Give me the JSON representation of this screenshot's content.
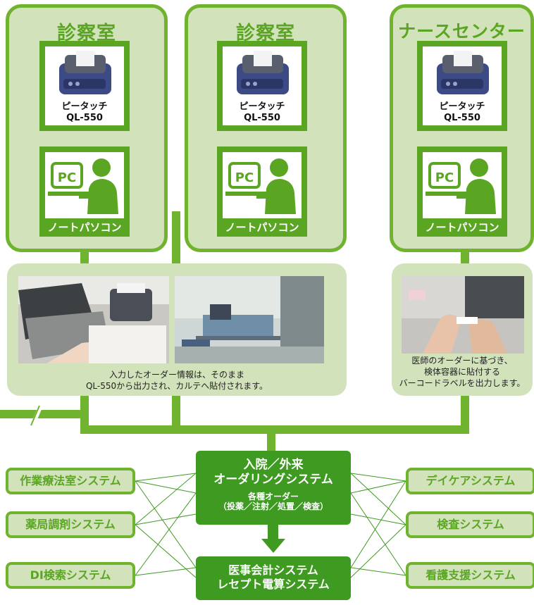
{
  "rooms": [
    {
      "title": "診察室",
      "printer_label": [
        "ピータッチ",
        "QL-550"
      ],
      "pc_label": "ノートパソコン"
    },
    {
      "title": "診察室",
      "printer_label": [
        "ピータッチ",
        "QL-550"
      ],
      "pc_label": "ノートパソコン"
    },
    {
      "title": "ナースセンター",
      "printer_label": [
        "ピータッチ",
        "QL-550"
      ],
      "pc_label": "ノートパソコン"
    }
  ],
  "pc_icon_text": "PC",
  "captions": {
    "left": [
      "入力したオーダー情報は、そのまま",
      "QL-550から出力され、カルテへ貼付されます。"
    ],
    "right": [
      "医師のオーダーに基づき、",
      "検体容器に貼付する",
      "バーコードラベルを出力します。"
    ]
  },
  "center_top": {
    "title_lines": [
      "入院／外来",
      "オーダリングシステム"
    ],
    "sub_lines": [
      "各種オーダー",
      "（投薬／注射／処置／検査）"
    ]
  },
  "center_bottom": {
    "lines": [
      "医事会計システム",
      "レセプト電算システム"
    ]
  },
  "left_systems": [
    "作業療法室システム",
    "薬局調剤システム",
    "DI検索システム"
  ],
  "right_systems": [
    "デイケアシステム",
    "検査システム",
    "看護支援システム"
  ],
  "colors": {
    "accent": "#5aa623",
    "panel": "#d2e2ba",
    "dark": "#3e9a20",
    "line": "#6fb32f"
  }
}
